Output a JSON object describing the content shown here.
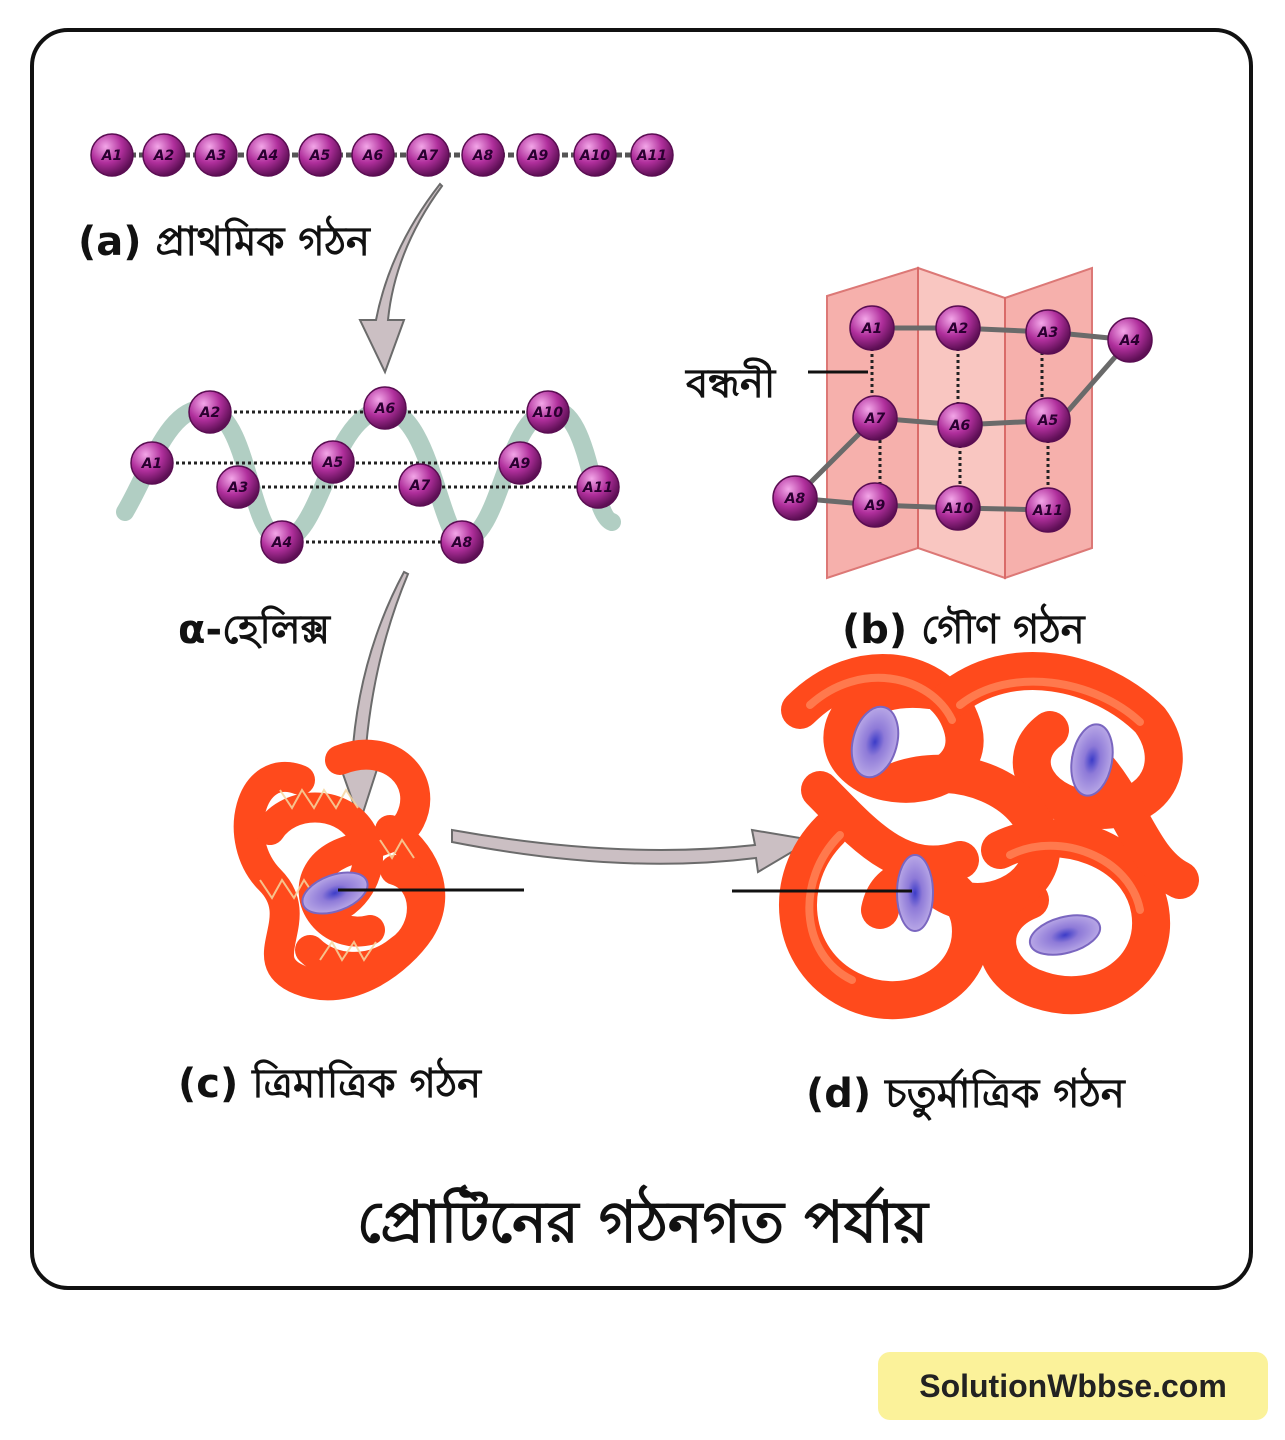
{
  "labels": {
    "primary": "(a) প্রাথমিক গঠন",
    "helix": "α-হেলিক্স",
    "bond": "বন্ধনী",
    "secondary": "(b) গৌণ গঠন",
    "tertiary": "(c) ত্রিমাত্রিক গঠন",
    "quaternary": "(d) চতুর্মাত্রিক গঠন"
  },
  "caption": "প্রোটিনের গঠনগত পর্যায়",
  "brand": "SolutionWbbse.com",
  "amino_acids": {
    "chain": [
      "A1",
      "A2",
      "A3",
      "A4",
      "A5",
      "A6",
      "A7",
      "A8",
      "A9",
      "A10",
      "A11"
    ],
    "helix": [
      "A1",
      "A2",
      "A3",
      "A4",
      "A5",
      "A6",
      "A7",
      "A8",
      "A9",
      "A10",
      "A11"
    ],
    "sheet": [
      "A1",
      "A2",
      "A3",
      "A4",
      "A5",
      "A6",
      "A7",
      "A8",
      "A9",
      "A10",
      "A11"
    ]
  },
  "colors": {
    "bead": "#a0268c",
    "tube": "#ff4a1c",
    "sheet": "#f8b4b0",
    "helix_ribbon": "#a9c9bd",
    "arrow": "#c9bcc0",
    "brand_bg": "#fbf29a"
  }
}
